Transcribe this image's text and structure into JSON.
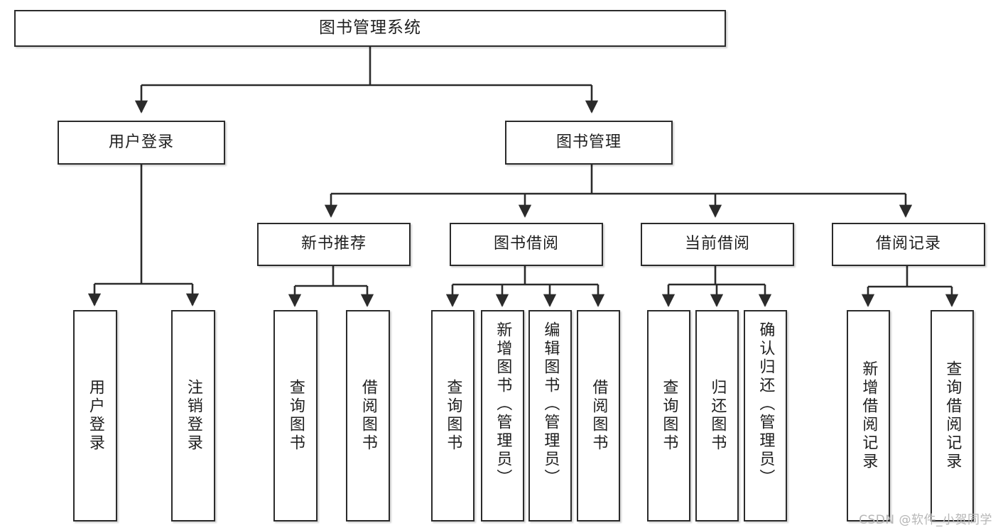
{
  "diagram": {
    "title": "图书管理系统",
    "type": "hierarchy-tree",
    "root": {
      "label": "图书管理系统"
    },
    "level2": [
      {
        "label": "用户登录"
      },
      {
        "label": "图书管理"
      }
    ],
    "level3": [
      {
        "label": "新书推荐"
      },
      {
        "label": "图书借阅"
      },
      {
        "label": "当前借阅"
      },
      {
        "label": "借阅记录"
      }
    ],
    "leaves": {
      "user_login": [
        {
          "label": "用户登录"
        },
        {
          "label": "注销登录"
        }
      ],
      "new_book_recommend": [
        {
          "label": "查询图书"
        },
        {
          "label": "借阅图书"
        }
      ],
      "book_borrow": [
        {
          "label": "查询图书"
        },
        {
          "label": "新增图书（管理员）"
        },
        {
          "label": "编辑图书（管理员）"
        },
        {
          "label": "借阅图书"
        }
      ],
      "current_borrow": [
        {
          "label": "查询图书"
        },
        {
          "label": "归还图书"
        },
        {
          "label": "确认归还（管理员）"
        }
      ],
      "borrow_record": [
        {
          "label": "新增借阅记录"
        },
        {
          "label": "查询借阅记录"
        }
      ]
    }
  },
  "watermark": {
    "text": "CSDN @软件_小贺同学"
  },
  "colors": {
    "border": "#2b2b2b",
    "text": "#1f1f1f",
    "background": "#ffffff",
    "watermark": "#b6b6b6"
  }
}
